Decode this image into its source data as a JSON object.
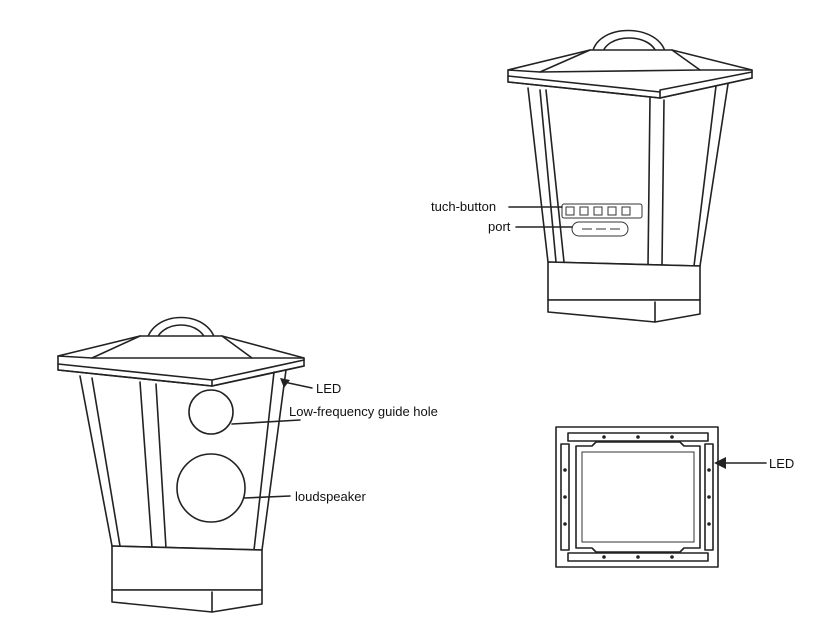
{
  "labels": {
    "touch_button": "tuch-button",
    "port": "port",
    "led_left": "LED",
    "guide_hole": "Low-frequency guide hole",
    "loudspeaker": "loudspeaker",
    "led_bottom": "LED"
  },
  "colors": {
    "line": "#222222",
    "background": "#ffffff"
  }
}
